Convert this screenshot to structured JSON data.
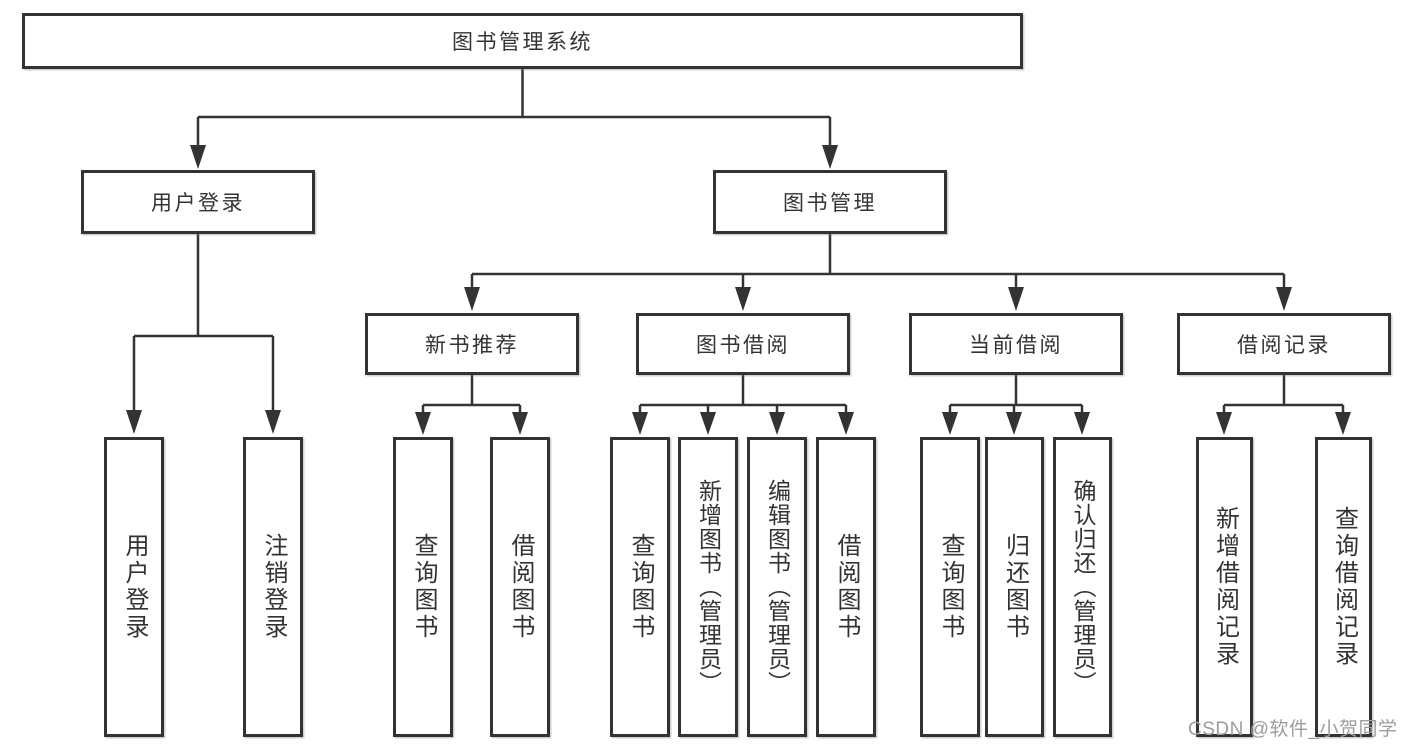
{
  "diagram_title": "图书管理系统",
  "nodes": {
    "root": {
      "label": "图书管理系统"
    },
    "user_login": {
      "label": "用户登录"
    },
    "book_mgmt": {
      "label": "图书管理"
    },
    "new_book_rec": {
      "label": "新书推荐"
    },
    "book_borrow": {
      "label": "图书借阅"
    },
    "current_borrow": {
      "label": "当前借阅"
    },
    "borrow_records": {
      "label": "借阅记录"
    },
    "leaf_user_login": {
      "label": "用户登录"
    },
    "leaf_logout": {
      "label": "注销登录"
    },
    "leaf_query_book_rec": {
      "label": "查询图书"
    },
    "leaf_borrow_book_rec": {
      "label": "借阅图书"
    },
    "leaf_query_book_borrow": {
      "label": "查询图书"
    },
    "leaf_add_book": {
      "label": "新增图书（管理员）"
    },
    "leaf_edit_book": {
      "label": "编辑图书（管理员）"
    },
    "leaf_borrow_book_borrow": {
      "label": "借阅图书"
    },
    "leaf_query_book_current": {
      "label": "查询图书"
    },
    "leaf_return_book": {
      "label": "归还图书"
    },
    "leaf_confirm_return": {
      "label": "确认归还（管理员）"
    },
    "leaf_add_borrow_record": {
      "label": "新增借阅记录"
    },
    "leaf_query_borrow_record": {
      "label": "查询借阅记录"
    }
  },
  "structure": {
    "图书管理系统": [
      "用户登录",
      "图书管理"
    ],
    "用户登录": [
      "用户登录",
      "注销登录"
    ],
    "图书管理": [
      "新书推荐",
      "图书借阅",
      "当前借阅",
      "借阅记录"
    ],
    "新书推荐": [
      "查询图书",
      "借阅图书"
    ],
    "图书借阅": [
      "查询图书",
      "新增图书（管理员）",
      "编辑图书（管理员）",
      "借阅图书"
    ],
    "当前借阅": [
      "查询图书",
      "归还图书",
      "确认归还（管理员）"
    ],
    "借阅记录": [
      "新增借阅记录",
      "查询借阅记录"
    ]
  },
  "watermark": {
    "text": "CSDN @软件_小贺同学"
  },
  "colors": {
    "line": "#333333",
    "box_border": "#333333",
    "text": "#333333",
    "watermark": "#9c9c9c",
    "background": "#ffffff"
  }
}
